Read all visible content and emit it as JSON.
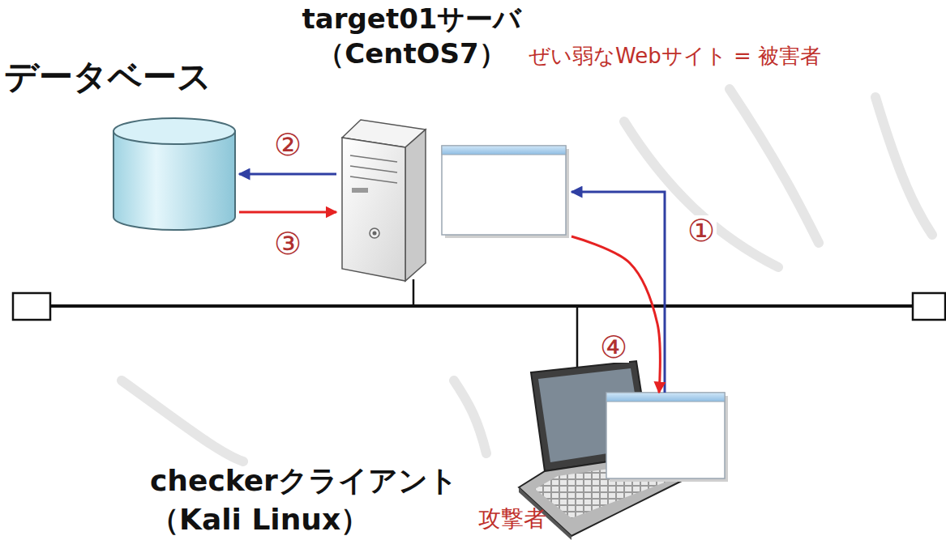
{
  "diagram": {
    "nodes": [
      {
        "text": [
          "データベース"
        ]
      },
      {
        "text": [
          "target01サーバ （CentOS7）",
          "ぜい弱なWebサイト = 被害者"
        ]
      },
      {
        "text": [
          "checkerクライアント （Kali Linux）",
          "攻撃者"
        ]
      }
    ],
    "edges": [
      {
        "from": 2,
        "to": 1,
        "arrow": "to",
        "label": "①"
      },
      {
        "from": 1,
        "to": 0,
        "arrow": "to",
        "label": "②"
      },
      {
        "from": 0,
        "to": 1,
        "arrow": "to",
        "label": "③"
      },
      {
        "from": 1,
        "to": 2,
        "arrow": "to",
        "label": "④"
      }
    ]
  }
}
